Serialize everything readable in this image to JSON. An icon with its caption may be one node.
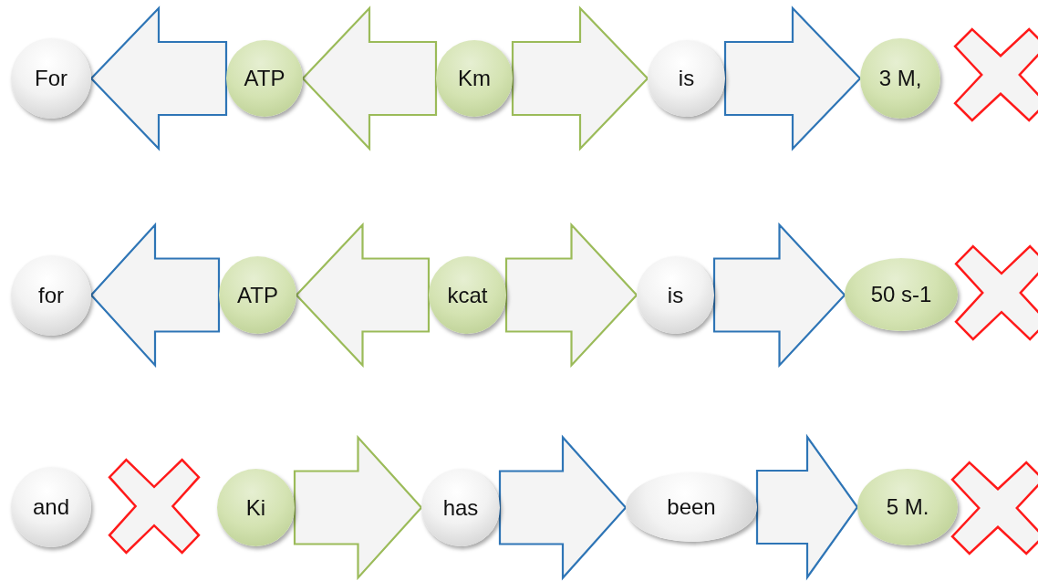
{
  "diagram": {
    "nodes": [
      {
        "text": [
          "For"
        ]
      },
      {
        "text": [
          "ATP"
        ]
      },
      {
        "text": [
          "Km"
        ]
      },
      {
        "text": [
          "is"
        ]
      },
      {
        "text": [
          "3 M,"
        ]
      },
      {
        "text": [],
        "shape": "cross"
      },
      {
        "text": [
          "for"
        ]
      },
      {
        "text": [
          "ATP"
        ]
      },
      {
        "text": [
          "kcat"
        ]
      },
      {
        "text": [
          "is"
        ]
      },
      {
        "text": [
          "50 s-1"
        ]
      },
      {
        "text": [],
        "shape": "cross"
      },
      {
        "text": [
          "and"
        ]
      },
      {
        "text": [],
        "shape": "cross"
      },
      {
        "text": [
          "Ki"
        ]
      },
      {
        "text": [
          "has"
        ]
      },
      {
        "text": [
          "been"
        ]
      },
      {
        "text": [
          "5 M."
        ]
      },
      {
        "text": [],
        "shape": "cross"
      }
    ],
    "edges": [
      {
        "from": 1,
        "to": 0,
        "arrow": "to",
        "style": "thick"
      },
      {
        "from": 2,
        "to": 1,
        "arrow": "to",
        "style": "thick",
        "color": "#9bbb59"
      },
      {
        "from": 2,
        "to": 3,
        "arrow": "to",
        "style": "thick",
        "color": "#9bbb59"
      },
      {
        "from": 3,
        "to": 4,
        "arrow": "to",
        "style": "thick"
      },
      {
        "from": 7,
        "to": 6,
        "arrow": "to",
        "style": "thick"
      },
      {
        "from": 8,
        "to": 7,
        "arrow": "to",
        "style": "thick",
        "color": "#9bbb59"
      },
      {
        "from": 8,
        "to": 9,
        "arrow": "to",
        "style": "thick",
        "color": "#9bbb59"
      },
      {
        "from": 9,
        "to": 10,
        "arrow": "to",
        "style": "thick"
      },
      {
        "from": 14,
        "to": 15,
        "arrow": "to",
        "style": "thick",
        "color": "#9bbb59"
      },
      {
        "from": 15,
        "to": 16,
        "arrow": "to",
        "style": "thick"
      },
      {
        "from": 16,
        "to": 17,
        "arrow": "to",
        "style": "thick"
      }
    ]
  }
}
